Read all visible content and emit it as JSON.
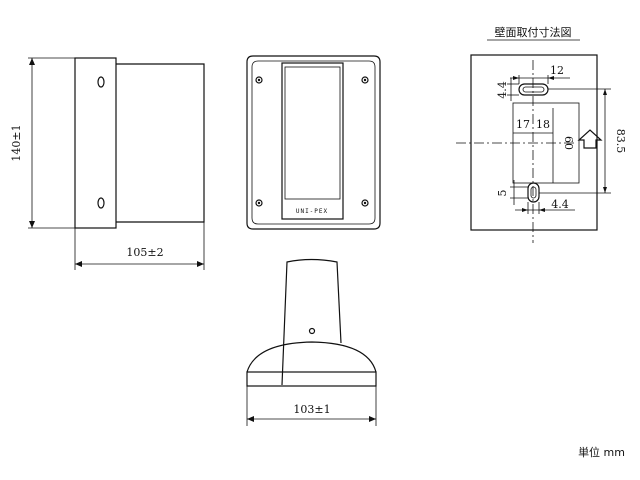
{
  "title": "壁面取付寸法図",
  "unit_label": "単位 mm",
  "brand": "UNI-PEX",
  "dimensions": {
    "side_height": "140±1",
    "side_depth": "105±2",
    "top_width": "103±1",
    "slot_width": "12",
    "slot_height_top": "4.4",
    "left_offset": "17",
    "right_offset": "18",
    "center_height": "60",
    "total_height": "83.5",
    "bottom_slot": "5",
    "bottom_width": "4.4"
  }
}
